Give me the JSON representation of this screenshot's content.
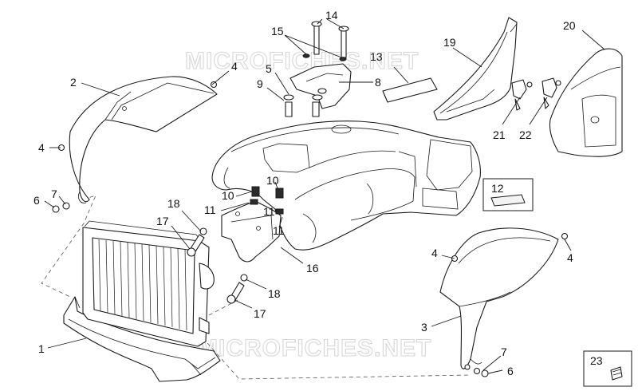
{
  "diagram": {
    "watermark": "MICROFICHES.NET",
    "callouts": [
      "1",
      "2",
      "3",
      "4",
      "5",
      "6",
      "7",
      "8",
      "9",
      "10",
      "11",
      "12",
      "13",
      "14",
      "15",
      "16",
      "17",
      "18",
      "19",
      "20",
      "21",
      "22",
      "23"
    ]
  },
  "colors": {
    "line": "#1a1a1a",
    "watermark": "#d6d6d6",
    "background": "#ffffff"
  }
}
